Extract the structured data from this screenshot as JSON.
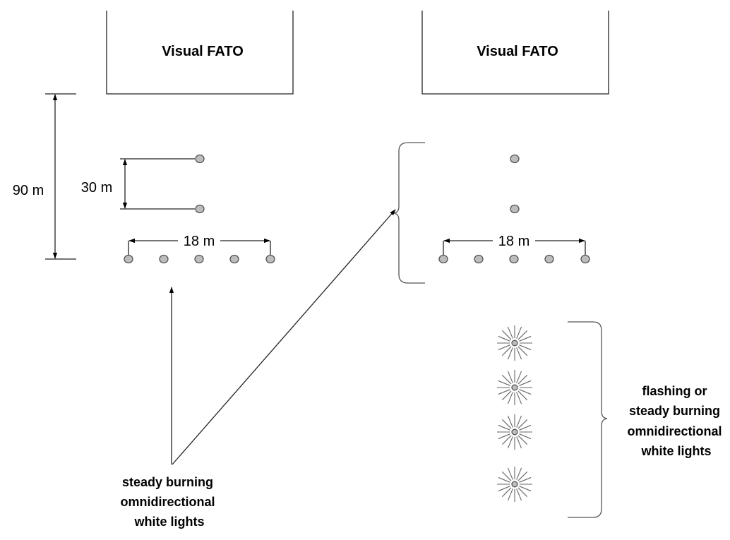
{
  "left_panel": {
    "fato_label": "Visual FATO",
    "dim_90": "90 m",
    "dim_30": "30 m",
    "dim_18": "18 m"
  },
  "right_panel": {
    "fato_label": "Visual FATO",
    "dim_18": "18 m"
  },
  "label_steady": [
    "steady burning",
    "omnidirectional",
    "white lights"
  ],
  "label_flashing": [
    "flashing or",
    "steady burning",
    "omnidirectional",
    "white lights"
  ],
  "icons": {
    "steady_light": "filled-circle-light-icon",
    "flashing_light": "starburst-light-icon"
  },
  "colors": {
    "light_fill": "#bdbdbd",
    "line": "#222222"
  }
}
